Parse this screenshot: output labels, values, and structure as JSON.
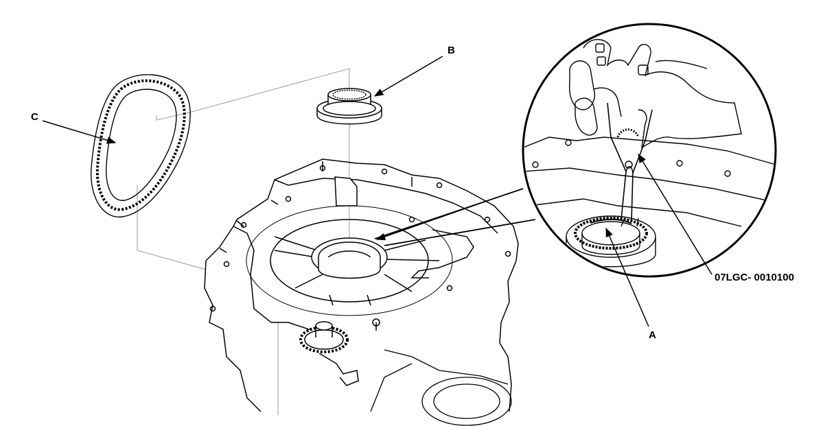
{
  "callouts": {
    "a": "A",
    "b": "B",
    "c": "C",
    "tool": "07LGC- 0010100"
  },
  "colors": {
    "line": "#000000",
    "guide_line": "#9a9a9a",
    "background": "#ffffff"
  }
}
